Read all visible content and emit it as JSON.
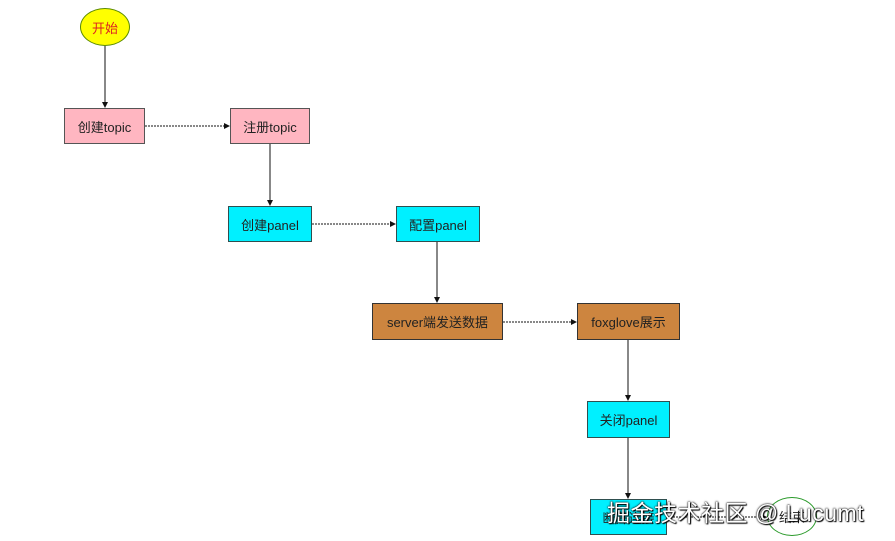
{
  "nodes": {
    "start": "开始",
    "create_topic": "创建topic",
    "register_topic": "注册topic",
    "create_panel": "创建panel",
    "config_panel": "配置panel",
    "server_send": "server端发送数据",
    "foxglove_show": "foxglove展示",
    "close_panel": "关闭panel",
    "disconnect": "断开连接",
    "end": "结束"
  },
  "watermark": "掘金技术社区 @ Lucumt",
  "colors": {
    "start_fill": "#ffff00",
    "pink": "#ffb6c1",
    "cyan": "#00f0ff",
    "brown": "#cd853f"
  }
}
